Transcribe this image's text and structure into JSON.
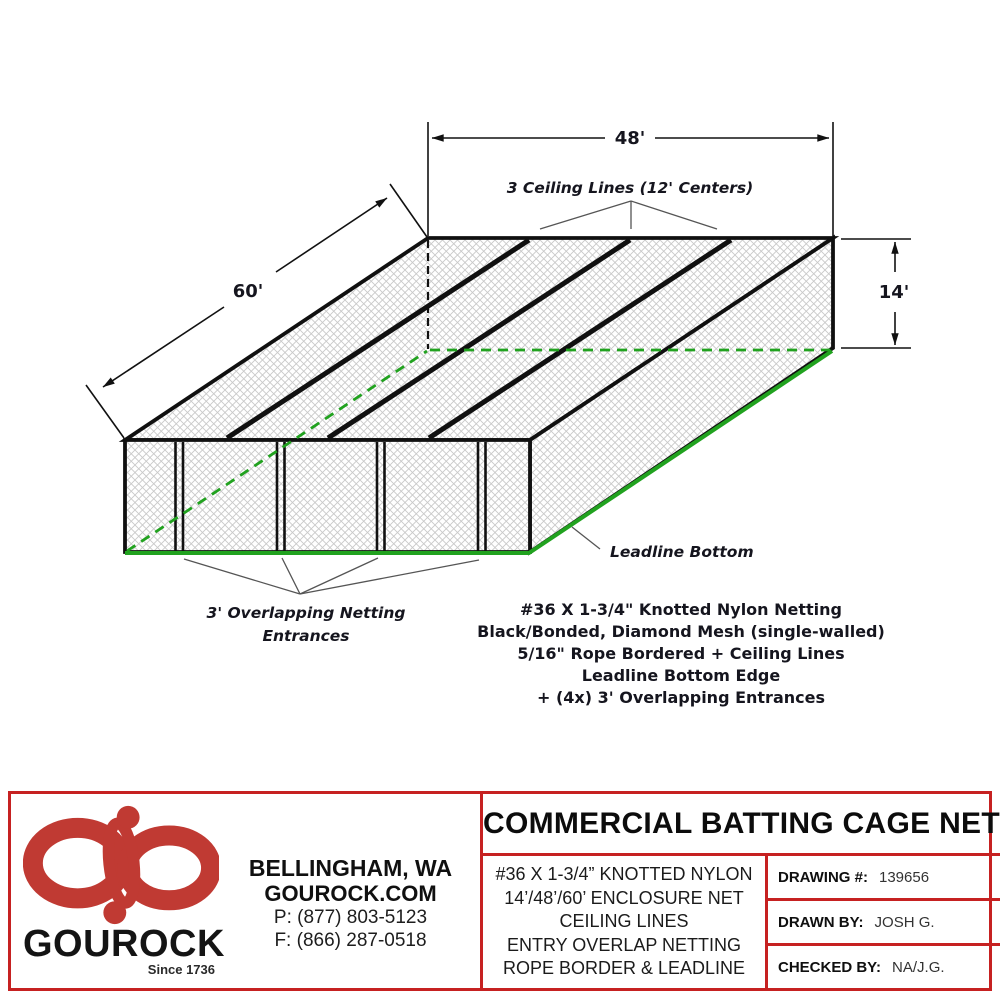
{
  "drawing": {
    "dim_width": "48'",
    "dim_depth": "60'",
    "dim_height": "14'",
    "ceiling_label": "3 Ceiling Lines (12' Centers)",
    "entrances_label_line1": "3' Overlapping Netting",
    "entrances_label_line2": "Entrances",
    "leadline_label": "Leadline Bottom",
    "specs": [
      "#36 X 1-3/4\" Knotted Nylon Netting",
      "Black/Bonded, Diamond Mesh (single-walled)",
      "5/16\" Rope Bordered + Ceiling Lines",
      "Leadline Bottom Edge",
      "+ (4x) 3' Overlapping Entrances"
    ],
    "colors": {
      "leadline_green": "#21a21f",
      "ink_black": "#111111",
      "mesh_gray": "#c9c9c9"
    }
  },
  "titleblock": {
    "title": "COMMERCIAL BATTING CAGE NET",
    "product_lines": [
      "#36 X 1-3/4” KNOTTED NYLON",
      "14’/48’/60’ ENCLOSURE NET",
      "CEILING LINES",
      "ENTRY OVERLAP NETTING",
      "ROPE BORDER & LEADLINE"
    ],
    "info": [
      {
        "label": "DRAWING #:",
        "value": "139656"
      },
      {
        "label": "DRAWN BY:",
        "value": "JOSH G."
      },
      {
        "label": "CHECKED BY:",
        "value": "NA/J.G."
      }
    ],
    "company": {
      "name": "GOUROCK",
      "tagline": "Since 1736",
      "city": "BELLINGHAM, WA",
      "website": "GOUROCK.COM",
      "phone": "P: (877) 803-5123",
      "fax": "F: (866) 287-0518"
    },
    "colors": {
      "border_red": "#c62121",
      "logo_red": "#c03a33"
    }
  }
}
